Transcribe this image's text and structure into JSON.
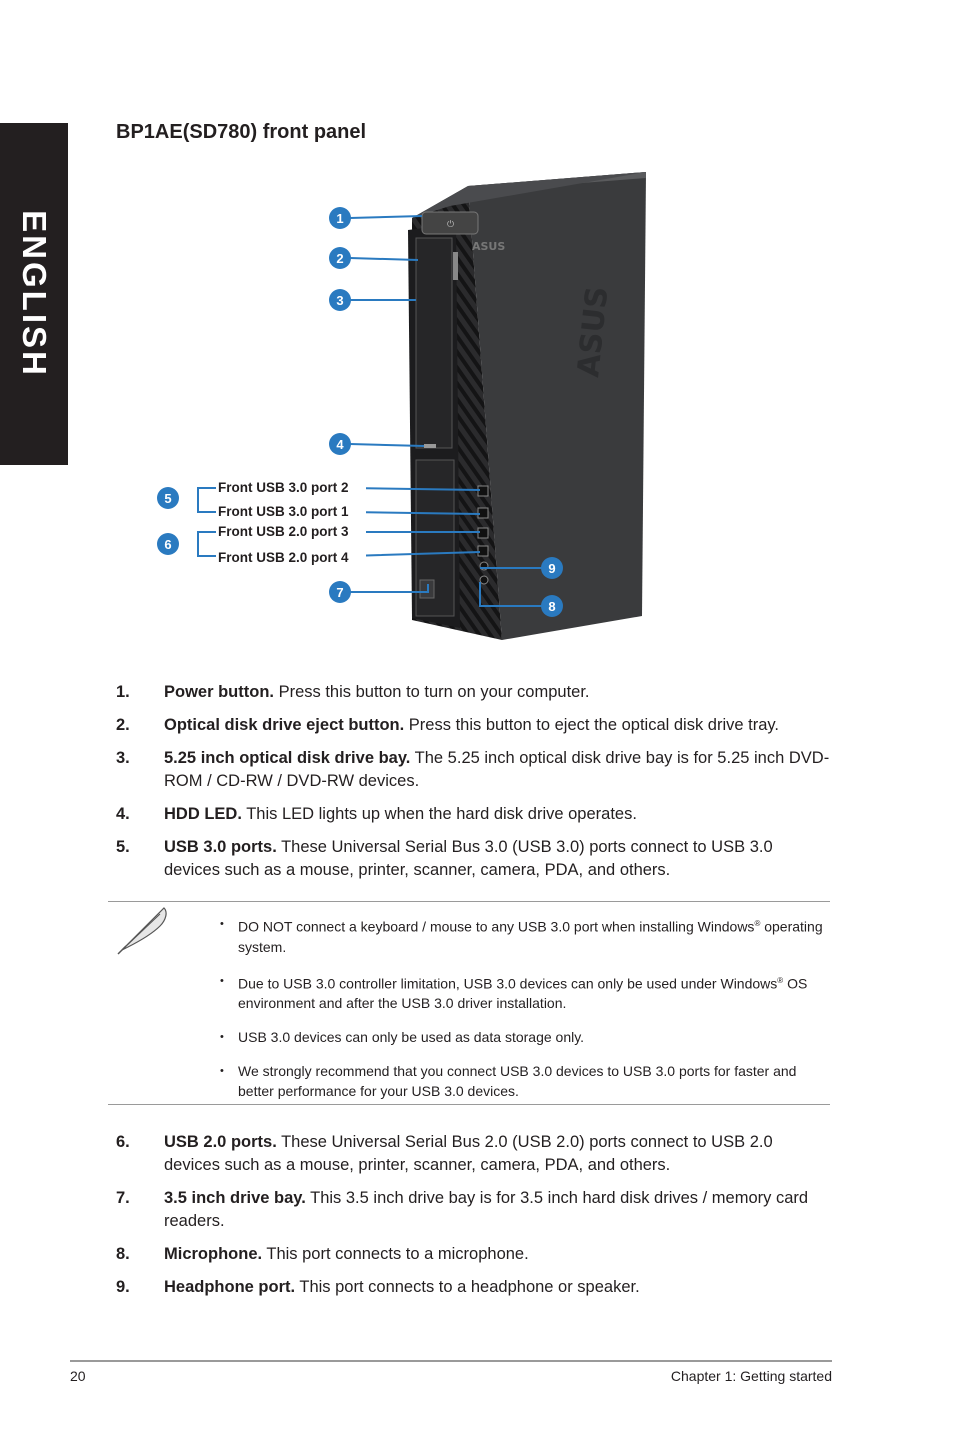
{
  "side_tab": "ENGLISH",
  "title": "BP1AE(SD780) front panel",
  "figure": {
    "callouts": [
      "1",
      "2",
      "3",
      "4",
      "5",
      "6",
      "7",
      "8",
      "9"
    ],
    "port_labels": [
      "Front USB 3.0 port 2",
      "Front USB 3.0 port 1",
      "Front USB 2.0 port 3",
      "Front USB 2.0 port 4"
    ],
    "accent": "#2a7ac0",
    "brand": "ASUS"
  },
  "items_a": [
    {
      "num": "1.",
      "term": "Power button.",
      "desc": " Press this button to turn on your computer."
    },
    {
      "num": "2.",
      "term": "Optical disk drive eject button.",
      "desc": " Press this button to eject the optical disk drive tray."
    },
    {
      "num": "3.",
      "term": "5.25 inch optical disk drive bay.",
      "desc": " The 5.25 inch optical disk drive bay is for 5.25 inch DVD-ROM / CD-RW / DVD-RW devices."
    },
    {
      "num": "4.",
      "term": "HDD LED.",
      "desc": " This LED lights up when the hard disk drive operates."
    },
    {
      "num": "5.",
      "term": "USB 3.0 ports.",
      "desc": " These Universal Serial Bus 3.0 (USB 3.0) ports connect to USB 3.0 devices such as a mouse, printer, scanner, camera, PDA, and others."
    }
  ],
  "note": {
    "icon": "feather-pen-icon",
    "bullets": [
      {
        "text": "DO NOT connect a keyboard / mouse to any USB 3.0 port when installing Windows",
        "sup": "®",
        "tail": " operating system."
      },
      {
        "text": "Due to USB 3.0 controller limitation, USB 3.0 devices can only be used under Windows",
        "sup": "®",
        "tail": " OS environment and after the USB 3.0 driver installation."
      },
      {
        "text": "USB 3.0 devices can only be used as data storage only.",
        "sup": "",
        "tail": ""
      },
      {
        "text": "We strongly recommend that you connect USB 3.0 devices to USB 3.0 ports for faster and better performance for your USB 3.0 devices.",
        "sup": "",
        "tail": ""
      }
    ]
  },
  "items_b": [
    {
      "num": "6.",
      "term": "USB 2.0 ports.",
      "desc": " These Universal Serial Bus 2.0 (USB 2.0) ports connect to USB 2.0 devices such as a mouse, printer, scanner, camera, PDA, and others."
    },
    {
      "num": "7.",
      "term": "3.5 inch drive bay.",
      "desc": " This 3.5 inch drive bay is for 3.5 inch hard disk drives / memory card readers."
    },
    {
      "num": "8.",
      "term": "Microphone.",
      "desc": " This port connects to a microphone."
    },
    {
      "num": "9.",
      "term": "Headphone port.",
      "desc": " This port connects to a headphone or speaker."
    }
  ],
  "footer": {
    "page": "20",
    "chapter": "Chapter 1: Getting started"
  }
}
